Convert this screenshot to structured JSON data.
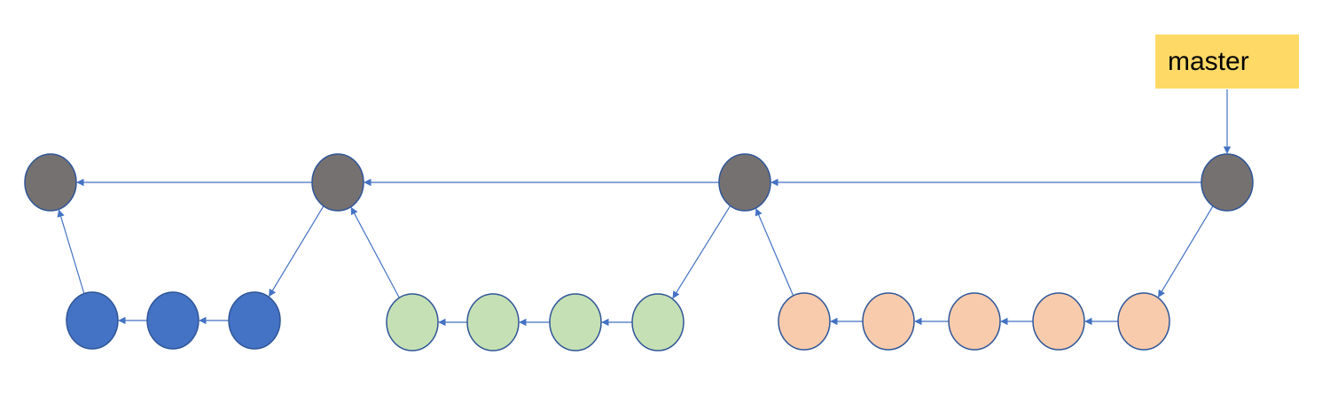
{
  "branch_label": {
    "text": "master",
    "color": "#ffd966"
  },
  "colors": {
    "main": "#767171",
    "main_stroke": "#2f5597",
    "blue": "#4472c4",
    "blue_stroke": "#2f5597",
    "green": "#c5e0b4",
    "green_stroke": "#2f5597",
    "orange": "#f8cbad",
    "orange_stroke": "#2f5597",
    "arrow": "#4472c4"
  },
  "commits": [
    {
      "id": "m1",
      "group": "main"
    },
    {
      "id": "m2",
      "group": "main"
    },
    {
      "id": "m3",
      "group": "main"
    },
    {
      "id": "m4",
      "group": "main"
    },
    {
      "id": "b1",
      "group": "blue"
    },
    {
      "id": "b2",
      "group": "blue"
    },
    {
      "id": "b3",
      "group": "blue"
    },
    {
      "id": "g1",
      "group": "green"
    },
    {
      "id": "g2",
      "group": "green"
    },
    {
      "id": "g3",
      "group": "green"
    },
    {
      "id": "g4",
      "group": "green"
    },
    {
      "id": "o1",
      "group": "orange"
    },
    {
      "id": "o2",
      "group": "orange"
    },
    {
      "id": "o3",
      "group": "orange"
    },
    {
      "id": "o4",
      "group": "orange"
    },
    {
      "id": "o5",
      "group": "orange"
    }
  ],
  "edges": [
    {
      "from": "m2",
      "to": "m1"
    },
    {
      "from": "m3",
      "to": "m2"
    },
    {
      "from": "m4",
      "to": "m3"
    },
    {
      "from": "b1",
      "to": "m1"
    },
    {
      "from": "b2",
      "to": "b1"
    },
    {
      "from": "b3",
      "to": "b2"
    },
    {
      "from": "m2",
      "to": "b3"
    },
    {
      "from": "g1",
      "to": "m2"
    },
    {
      "from": "g2",
      "to": "g1"
    },
    {
      "from": "g3",
      "to": "g2"
    },
    {
      "from": "g4",
      "to": "g3"
    },
    {
      "from": "m3",
      "to": "g4"
    },
    {
      "from": "o1",
      "to": "m3"
    },
    {
      "from": "o2",
      "to": "o1"
    },
    {
      "from": "o3",
      "to": "o2"
    },
    {
      "from": "o4",
      "to": "o3"
    },
    {
      "from": "o5",
      "to": "o4"
    },
    {
      "from": "m4",
      "to": "o5"
    },
    {
      "from": "label",
      "to": "m4"
    }
  ]
}
